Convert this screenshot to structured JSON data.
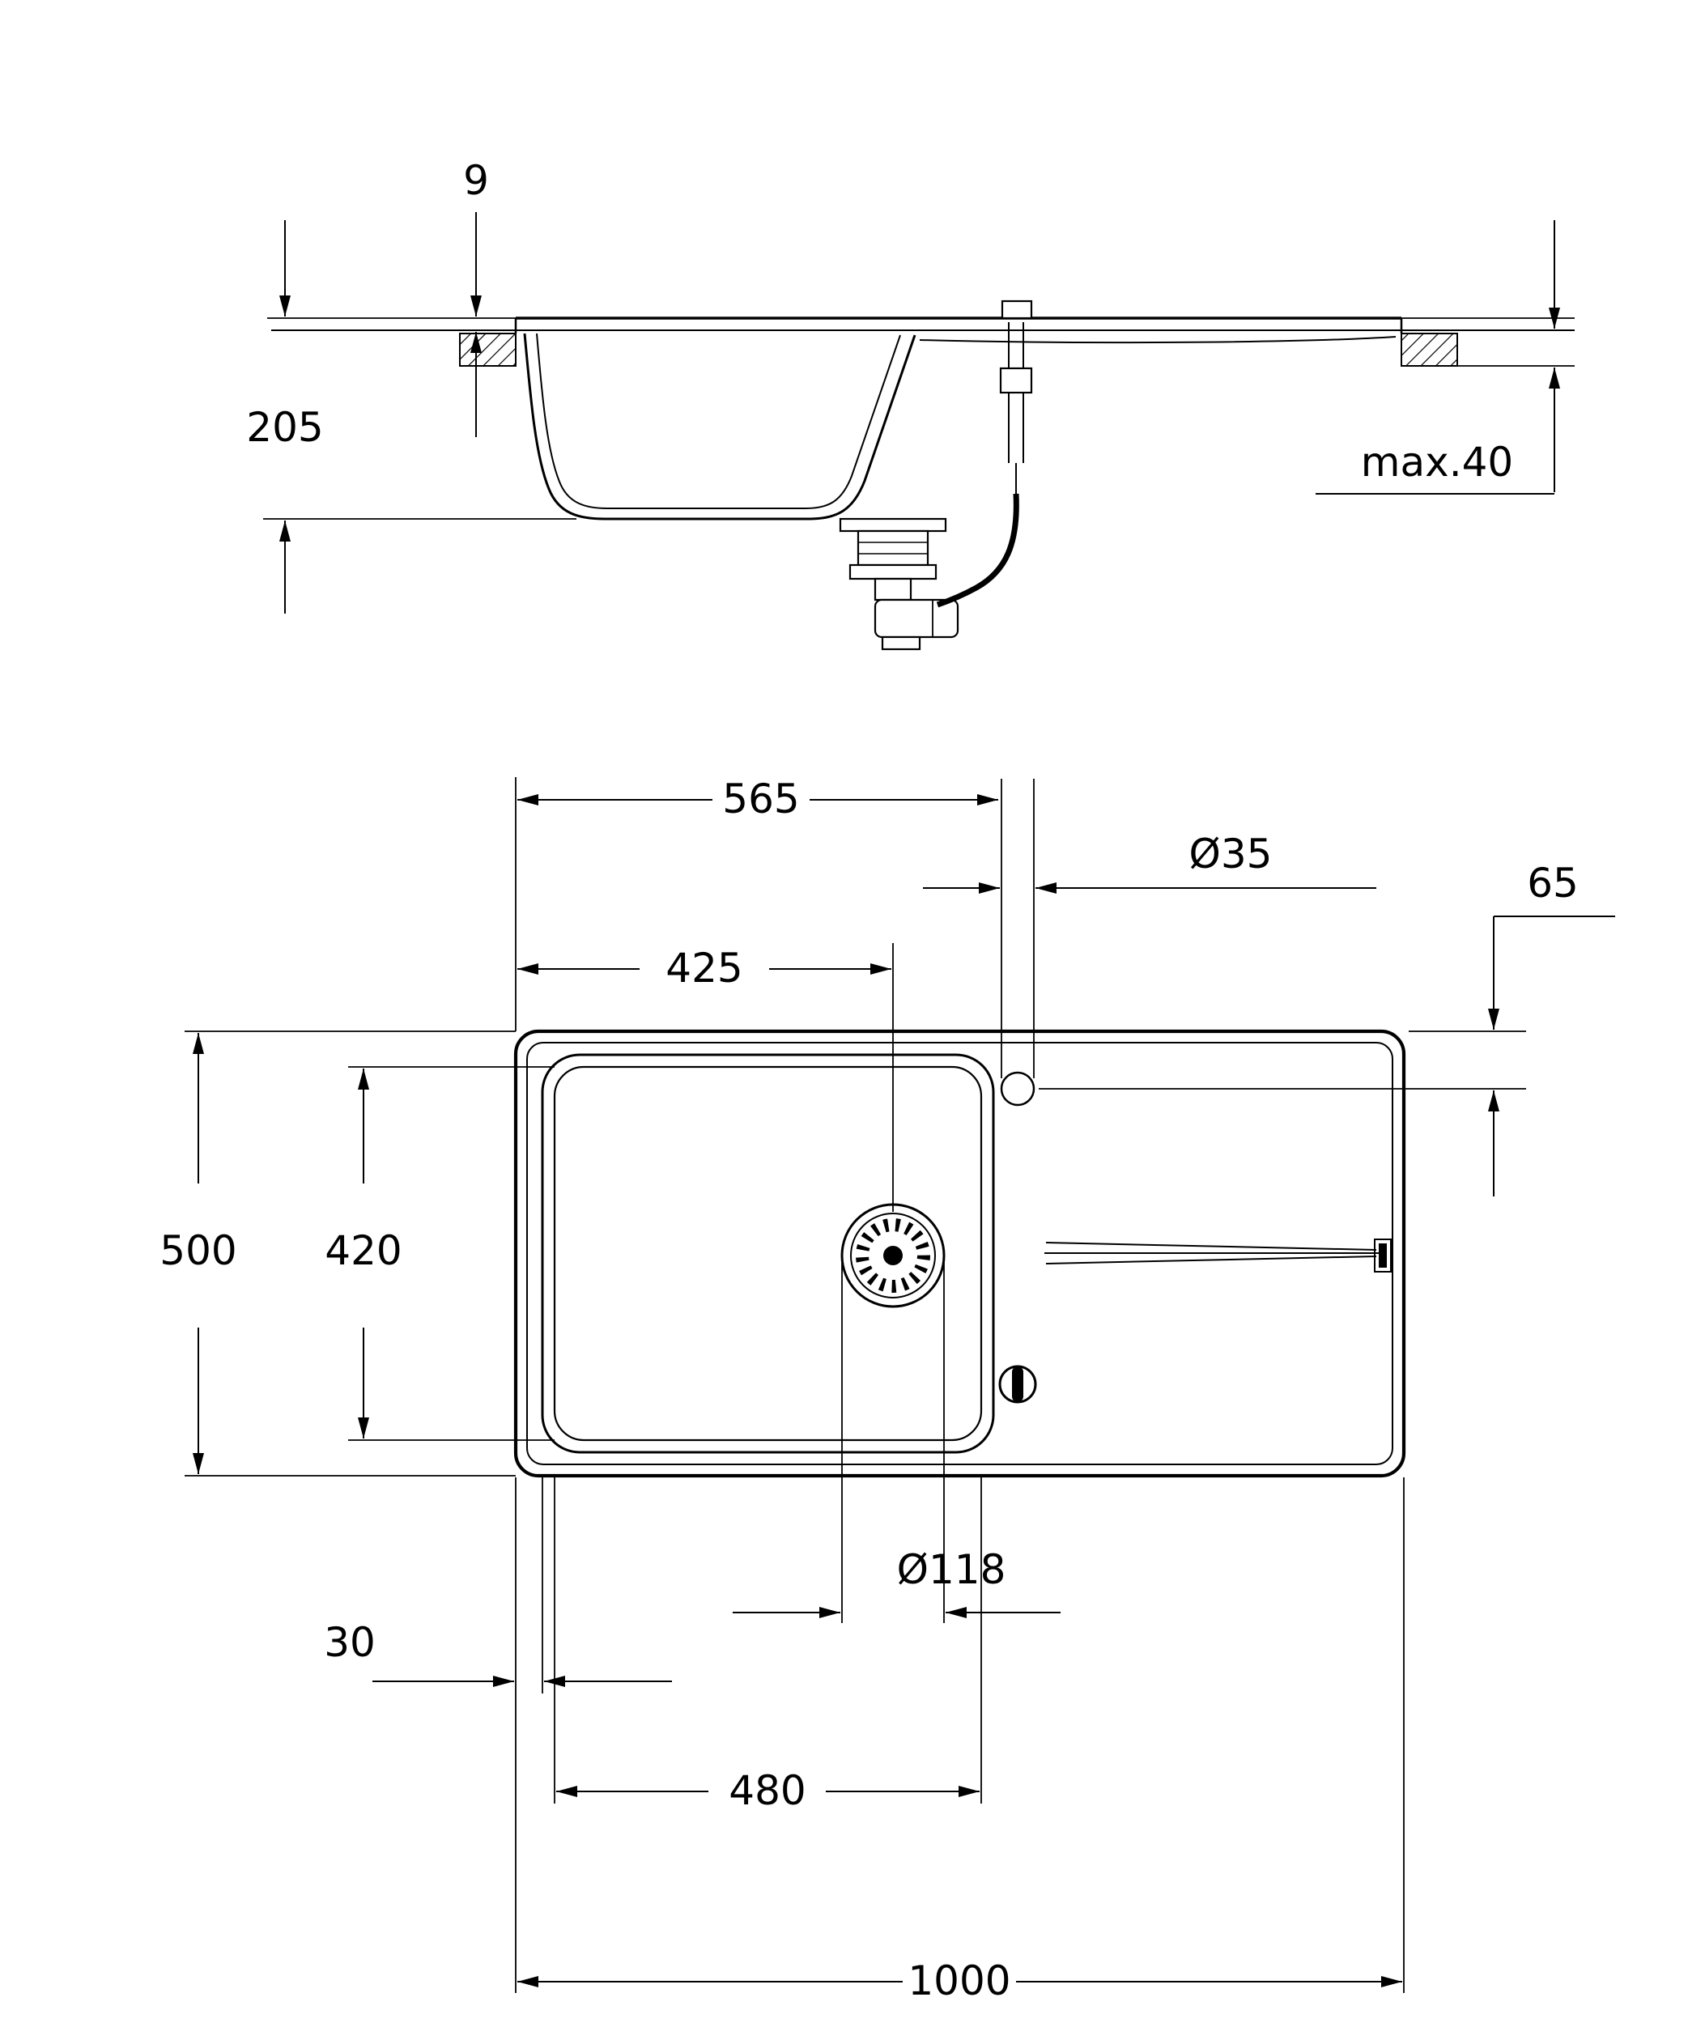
{
  "drawing": {
    "subject": "kitchen-sink-installation-drawing",
    "colors": {
      "ink": "#000000",
      "background": "#ffffff"
    }
  },
  "dims": {
    "rim_height": "9",
    "bowl_depth": "205",
    "countertop_max_thickness": "max.40",
    "tap_hole_from_left": "565",
    "tap_hole_diameter": "Ø35",
    "tap_hole_from_edge": "65",
    "drain_center_from_left": "425",
    "overall_depth": "500",
    "bowl_inner_depth": "420",
    "drain_diameter": "Ø118",
    "edge_to_bowl_offset": "30",
    "bowl_inner_width": "480",
    "overall_width": "1000"
  }
}
